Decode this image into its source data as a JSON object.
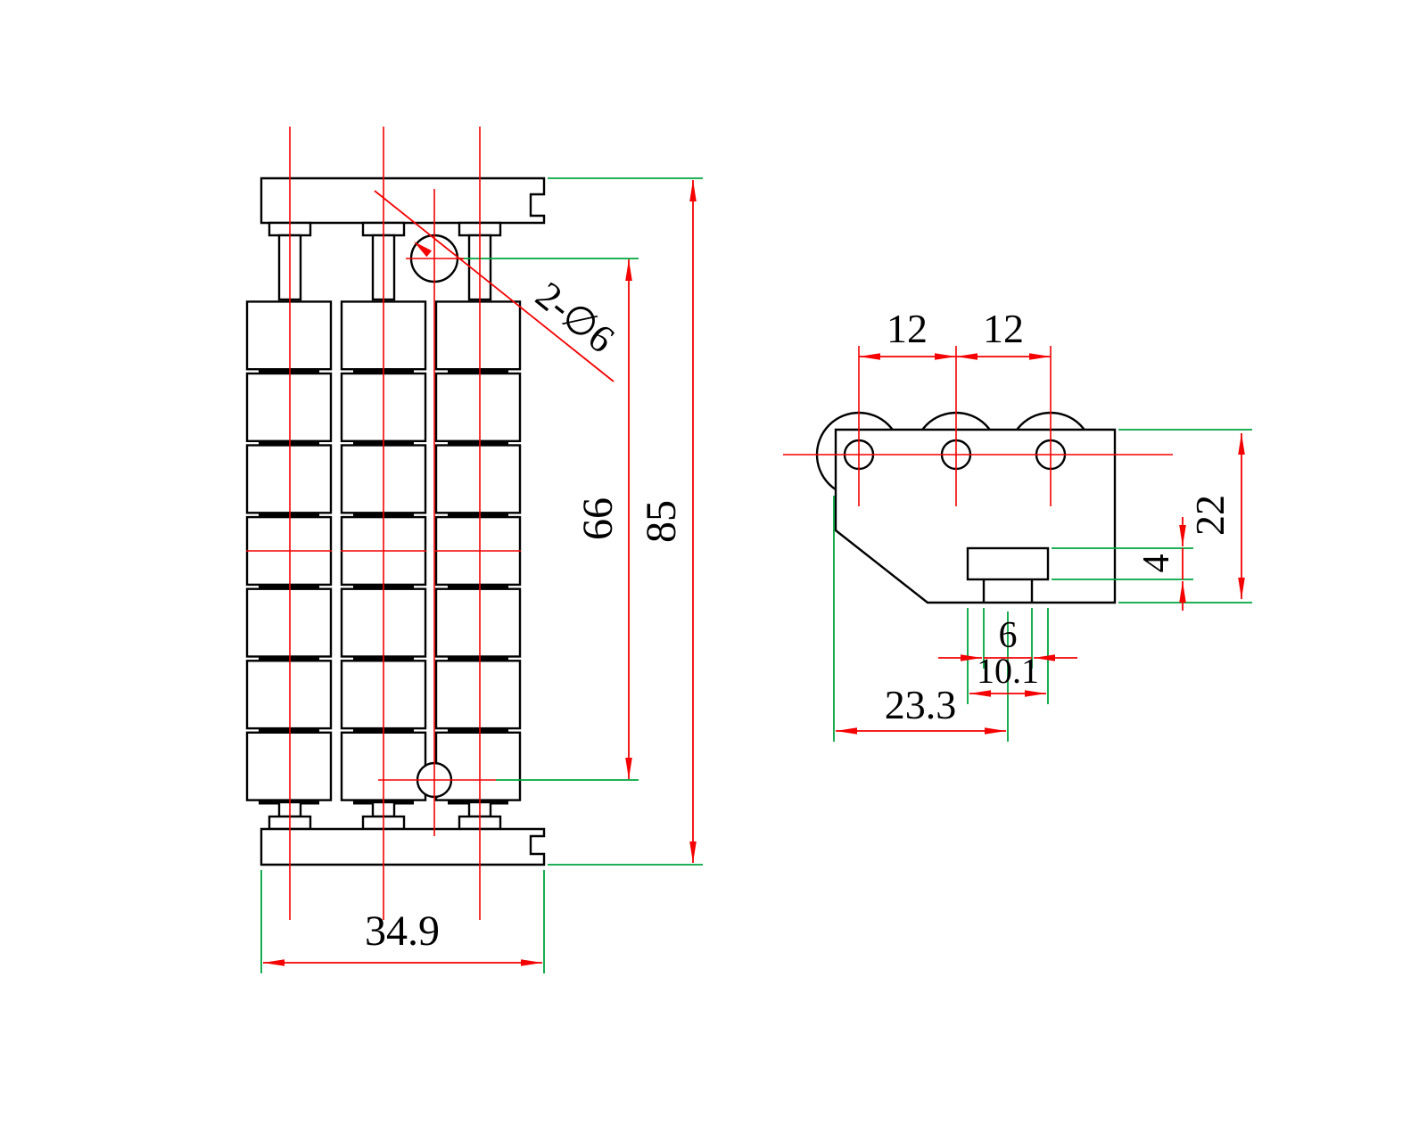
{
  "drawing": {
    "background": "#ffffff",
    "colors": {
      "outline": "#000000",
      "dimension_red": "#f40100",
      "extension_green": "#00a43e",
      "text": "#000000"
    },
    "front_view": {
      "name": "front-view-roller-stack",
      "dim_width": "34.9",
      "dim_hole_span": "66",
      "dim_total_height": "85",
      "dim_holes": "2-∅6"
    },
    "side_view": {
      "name": "side-view-bracket",
      "dim_pitch_a": "12",
      "dim_pitch_b": "12",
      "dim_height": "22",
      "dim_boss_height": "4",
      "dim_stem_width": "6",
      "dim_boss_width": "10.1",
      "dim_offset": "23.3"
    }
  }
}
